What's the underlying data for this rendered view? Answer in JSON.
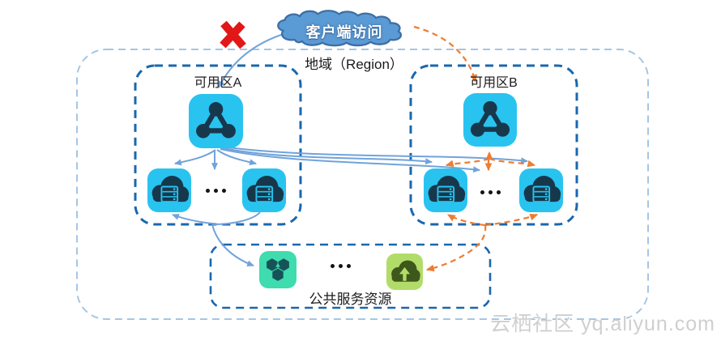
{
  "diagram": {
    "client": {
      "label": "客户端访问",
      "icon": "client-cloud"
    },
    "blocked_marker": {
      "icon": "red-x-blocked-path"
    },
    "region": {
      "label": "地域（Region）"
    },
    "zones": {
      "a": {
        "label": "可用区A",
        "load_balancer_icon": "slb-load-balancer",
        "server_icon": "ecs-cloud-server",
        "ellipsis": "..."
      },
      "b": {
        "label": "可用区B",
        "load_balancer_icon": "slb-load-balancer",
        "server_icon": "ecs-cloud-server",
        "ellipsis": "..."
      }
    },
    "public_services": {
      "label": "公共服务资源",
      "ellipsis": "...",
      "icons": [
        "oss-object-storage",
        "cloud-service-upload"
      ]
    },
    "watermark": {
      "label": "云栖社区 yq.aliyun.com"
    },
    "colors": {
      "icon_cyan": "#29C3F0",
      "glyph_navy": "#17384C",
      "icon_mint": "#3EDCAE",
      "glyph_teal": "#175259",
      "icon_lime": "#B2DC69",
      "glyph_olive": "#3E581C",
      "zone_border": "#1A67AE",
      "region_border": "#A5C6E4",
      "arrow_blue": "#71A3DB",
      "arrow_orange": "#ED7D31",
      "blocked_red": "#E21717",
      "cloud_fill": "#5B9BD5",
      "cloud_stroke": "#3E6FA3",
      "text_dark": "#1B1B1B",
      "watermark_gray": "#CFCFCF"
    }
  }
}
